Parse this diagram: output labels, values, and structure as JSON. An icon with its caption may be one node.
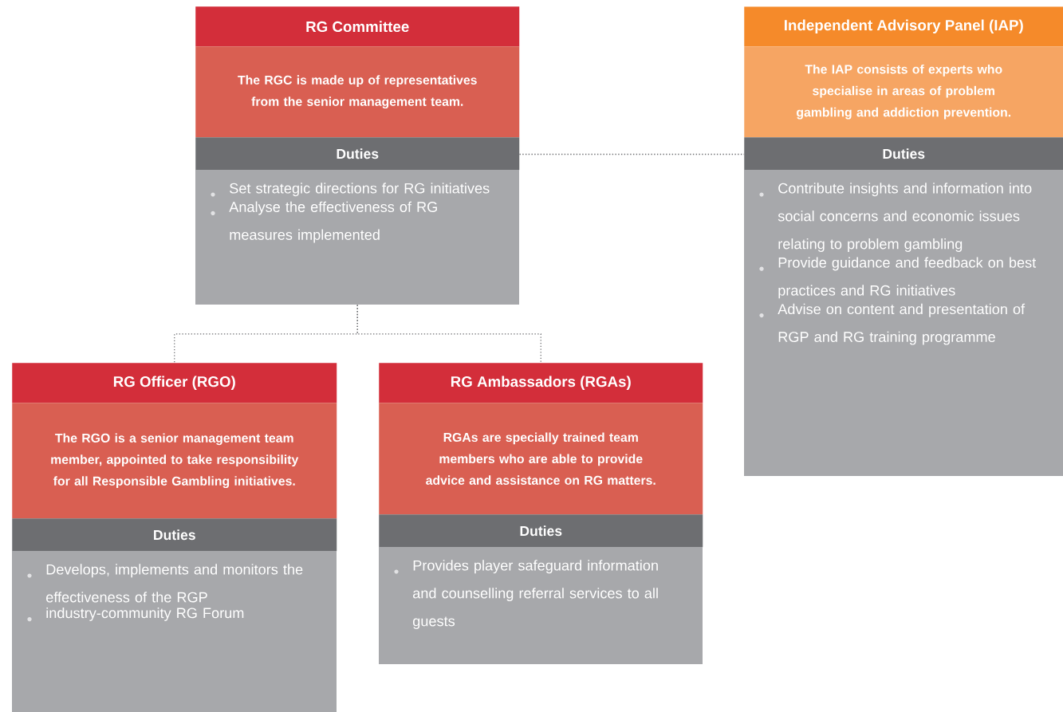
{
  "diagram": {
    "nodes": [
      {
        "text": [
          "RG Committee",
          "The RGC is made up of representatives from the senior management team.",
          "Duties",
          "Set strategic directions for RG initiatives",
          "Analyse the effectiveness of RG measures implemented"
        ]
      },
      {
        "text": [
          "Independent Advisory Panel (IAP)",
          "The IAP consists of experts who specialise in areas of problem gambling and addiction prevention.",
          "Duties",
          "Contribute insights and information into social concerns and economic issues relating to problem gambling",
          "Provide guidance and feedback on best practices and RG initiatives",
          "Advise on content and presentation of RGP and RG training programme"
        ]
      },
      {
        "text": [
          "RG Officer (RGO)",
          "The RGO is a senior management team member, appointed to take responsibility for all Responsible Gambling initiatives.",
          "Duties",
          "Develops, implements and monitors the effectiveness of the RGP",
          "industry-community RG Forum"
        ]
      },
      {
        "text": [
          "RG Ambassadors (RGAs)",
          "RGAs are specially trained team members who are able to provide advice and assistance on RG matters.",
          "Duties",
          "Provides player safeguard information and counselling referral services to all guests"
        ]
      }
    ],
    "edges": [
      {
        "from": 0,
        "to": 1,
        "arrow": "none",
        "style": "dashed"
      },
      {
        "from": 0,
        "to": 2,
        "arrow": "none",
        "style": "dashed"
      },
      {
        "from": 0,
        "to": 3,
        "arrow": "none",
        "style": "dashed"
      }
    ]
  }
}
